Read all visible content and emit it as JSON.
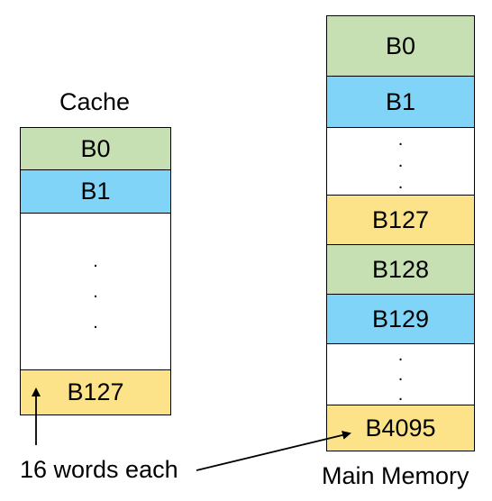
{
  "cache": {
    "title": "Cache",
    "blocks": [
      "B0",
      "B1",
      ".",
      ".",
      ".",
      "B127"
    ]
  },
  "memory": {
    "title": "Main Memory",
    "blocks": [
      "B0",
      "B1",
      ".",
      ".",
      ".",
      "B127",
      "B128",
      "B129",
      ".",
      ".",
      ".",
      "B4095"
    ]
  },
  "annotation": {
    "text": "16 words each"
  },
  "colors": {
    "green": "#c6e0b4",
    "blue": "#7fd4f7",
    "yellow": "#fce38a"
  }
}
